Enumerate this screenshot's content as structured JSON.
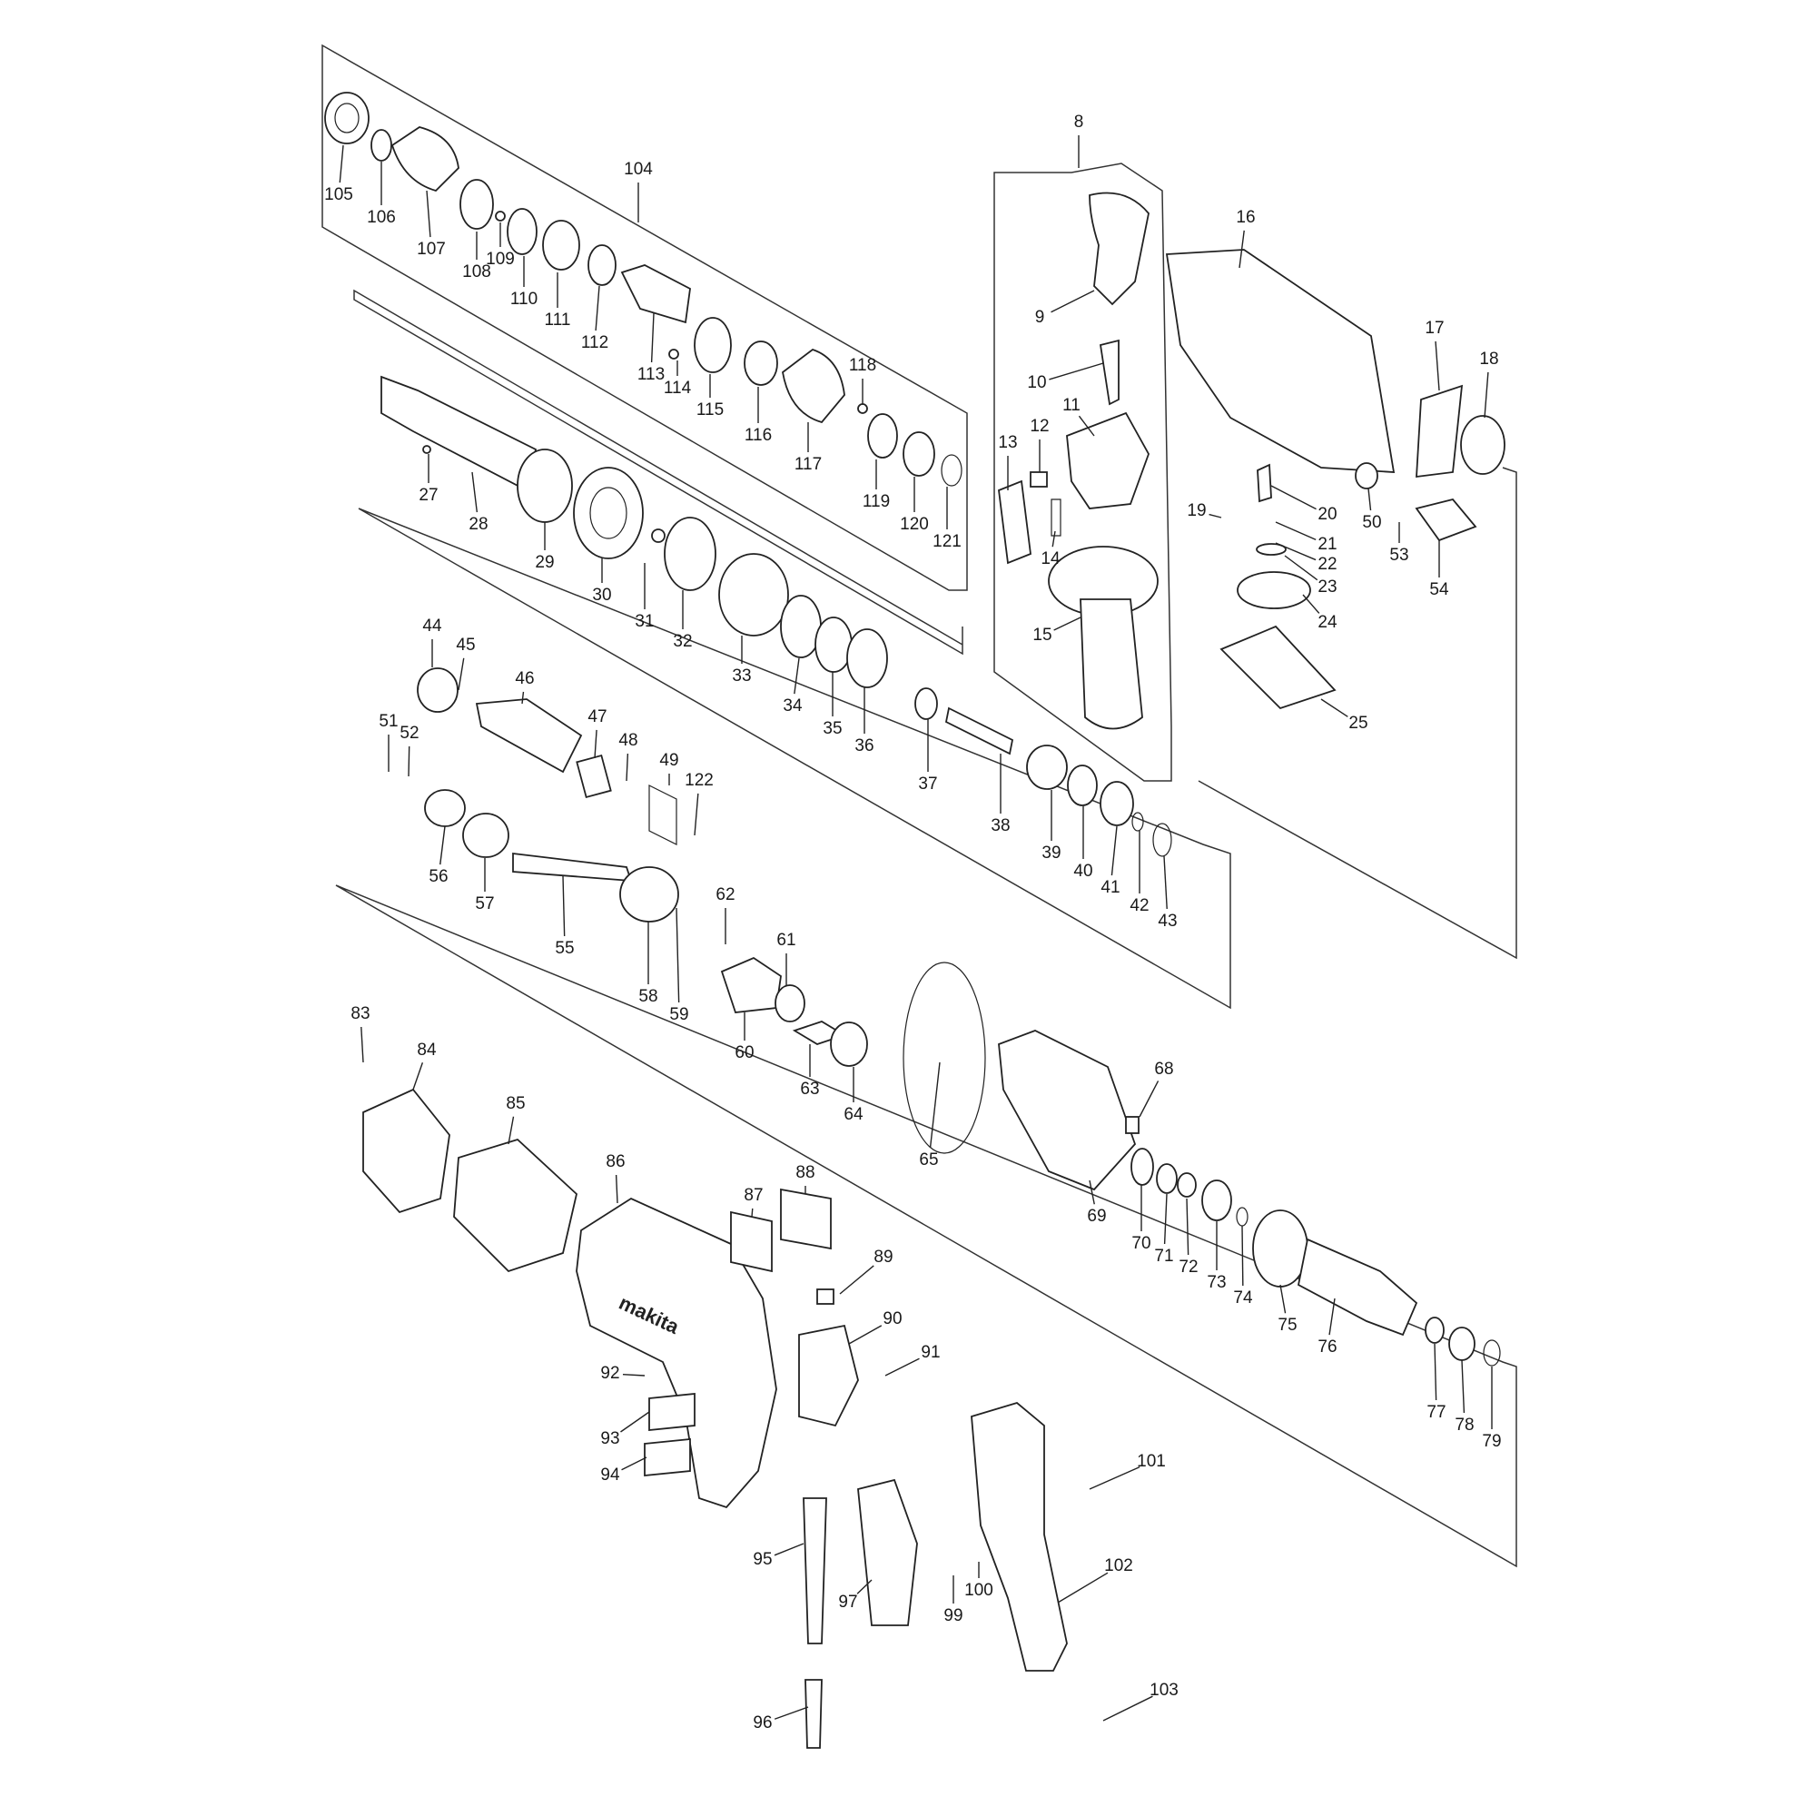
{
  "diagram": {
    "logo_text": "makita",
    "labels": [
      "8",
      "9",
      "10",
      "11",
      "12",
      "13",
      "14",
      "15",
      "16",
      "17",
      "18",
      "19",
      "20",
      "21",
      "22",
      "23",
      "24",
      "25",
      "27",
      "28",
      "29",
      "30",
      "31",
      "32",
      "33",
      "34",
      "35",
      "36",
      "37",
      "38",
      "39",
      "40",
      "41",
      "42",
      "43",
      "44",
      "45",
      "46",
      "47",
      "48",
      "49",
      "50",
      "51",
      "52",
      "53",
      "54",
      "55",
      "56",
      "57",
      "58",
      "59",
      "60",
      "61",
      "62",
      "63",
      "64",
      "65",
      "68",
      "69",
      "70",
      "71",
      "72",
      "73",
      "74",
      "75",
      "76",
      "77",
      "78",
      "79",
      "83",
      "84",
      "85",
      "86",
      "87",
      "88",
      "89",
      "90",
      "91",
      "92",
      "93",
      "94",
      "95",
      "96",
      "97",
      "99",
      "100",
      "101",
      "102",
      "103",
      "104",
      "105",
      "106",
      "107",
      "108",
      "109",
      "110",
      "111",
      "112",
      "113",
      "114",
      "115",
      "116",
      "117",
      "118",
      "119",
      "120",
      "121",
      "122"
    ]
  }
}
